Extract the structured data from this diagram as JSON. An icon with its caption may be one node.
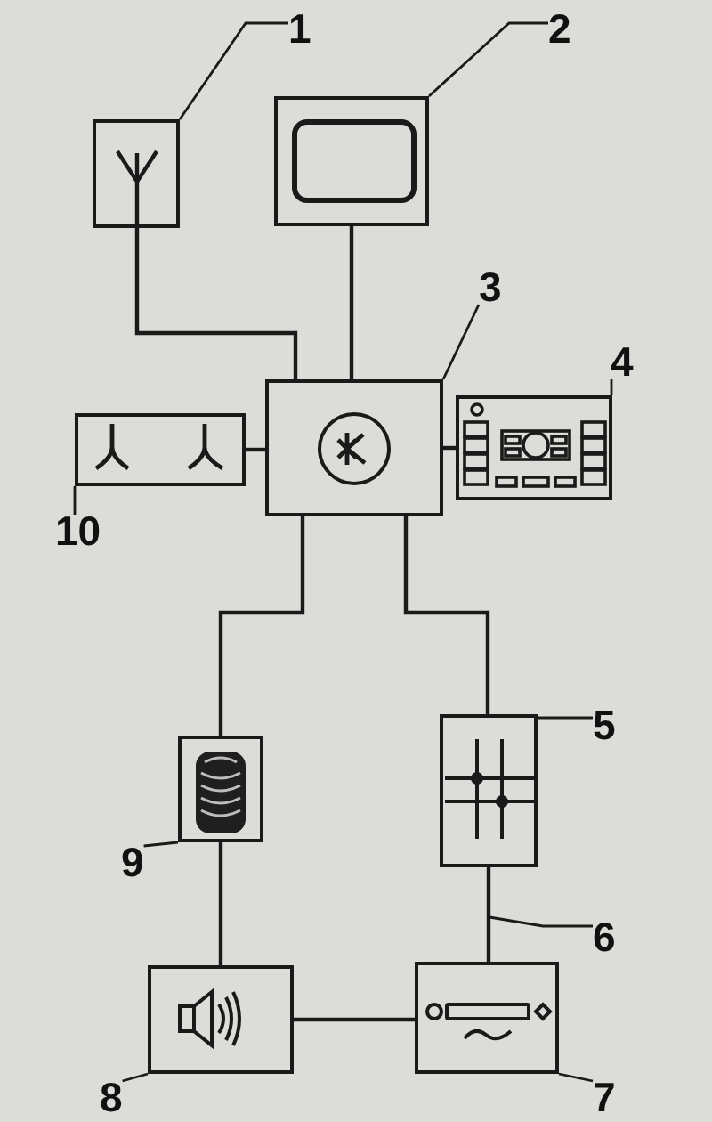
{
  "diagram": {
    "nodes": [
      {
        "text": [
          "1"
        ]
      },
      {
        "text": [
          "2"
        ]
      },
      {
        "text": [],
        "shape": "box"
      },
      {
        "text": [],
        "shape": "box"
      },
      {
        "text": [
          "3"
        ]
      },
      {
        "text": [
          "4"
        ]
      },
      {
        "text": [],
        "shape": "box"
      },
      {
        "text": [],
        "shape": "box"
      },
      {
        "text": [],
        "shape": "box"
      },
      {
        "text": [
          "10"
        ]
      },
      {
        "text": [
          "5"
        ]
      },
      {
        "text": [],
        "shape": "box"
      },
      {
        "text": [],
        "shape": "box"
      },
      {
        "text": [
          "9"
        ]
      },
      {
        "text": [
          "6"
        ]
      },
      {
        "text": [],
        "shape": "box"
      },
      {
        "text": [],
        "shape": "box"
      },
      {
        "text": [
          "8"
        ]
      },
      {
        "text": [
          "7"
        ]
      }
    ],
    "edges": [
      {
        "from": 2,
        "to": 7,
        "arrow": "none"
      },
      {
        "from": 3,
        "to": 7,
        "arrow": "none"
      },
      {
        "from": 6,
        "to": 7,
        "arrow": "none"
      },
      {
        "from": 7,
        "to": 8,
        "arrow": "none"
      },
      {
        "from": 7,
        "to": 11,
        "arrow": "none"
      },
      {
        "from": 7,
        "to": 12,
        "arrow": "none"
      },
      {
        "from": 11,
        "to": 15,
        "arrow": "none"
      },
      {
        "from": 12,
        "to": 16,
        "arrow": "none"
      },
      {
        "from": 15,
        "to": 16,
        "arrow": "none"
      },
      {
        "from": 0,
        "to": 2,
        "arrow": "none"
      },
      {
        "from": 1,
        "to": 3,
        "arrow": "none"
      },
      {
        "from": 4,
        "to": 7,
        "arrow": "none"
      },
      {
        "from": 5,
        "to": 8,
        "arrow": "none"
      },
      {
        "from": 9,
        "to": 6,
        "arrow": "none"
      },
      {
        "from": 10,
        "to": 12,
        "arrow": "none"
      },
      {
        "from": 13,
        "to": 11,
        "arrow": "none"
      },
      {
        "from": 14,
        "to": null,
        "arrow": "none"
      },
      {
        "from": 17,
        "to": 15,
        "arrow": "none"
      },
      {
        "from": 18,
        "to": 16,
        "arrow": "none"
      }
    ]
  }
}
